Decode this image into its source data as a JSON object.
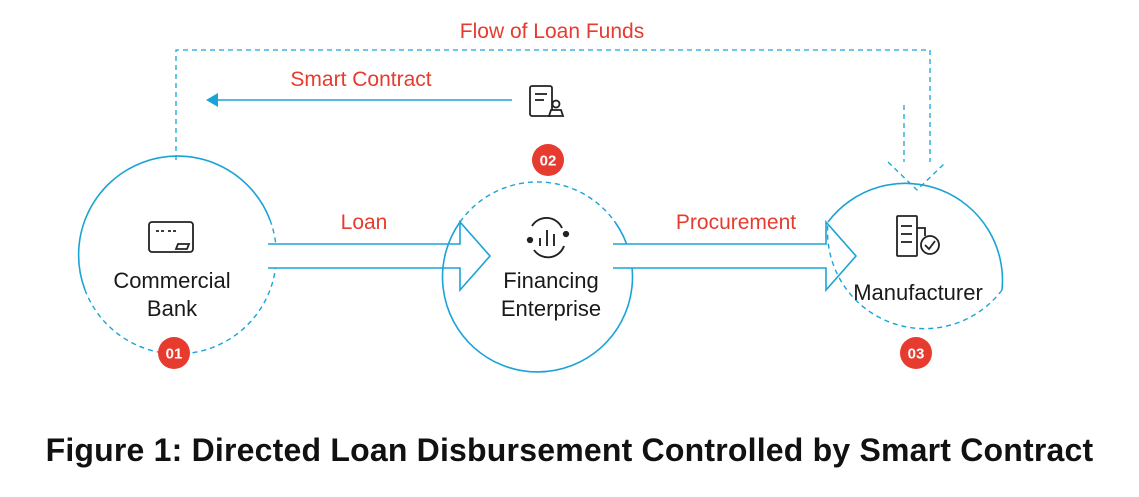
{
  "diagram": {
    "top_flow_label": "Flow of Loan Funds",
    "smart_contract_label": "Smart Contract",
    "loan_label": "Loan",
    "procurement_label": "Procurement",
    "nodes": [
      {
        "line1": "Commercial",
        "line2": "Bank",
        "badge": "01",
        "icon": "credit-card-icon"
      },
      {
        "line1": "Financing",
        "line2": "Enterprise",
        "badge": "02",
        "icon": "chart-cycle-icon"
      },
      {
        "line1": "Manufacturer",
        "line2": "",
        "badge": "03",
        "icon": "building-check-icon"
      }
    ],
    "smart_contract_icon": "contract-stamp-icon",
    "colors": {
      "accent": "#1aa3d6",
      "label_red": "#e63b2e",
      "badge_red": "#e63b2e"
    }
  },
  "caption": "Figure 1: Directed Loan Disbursement Controlled by Smart Contract"
}
